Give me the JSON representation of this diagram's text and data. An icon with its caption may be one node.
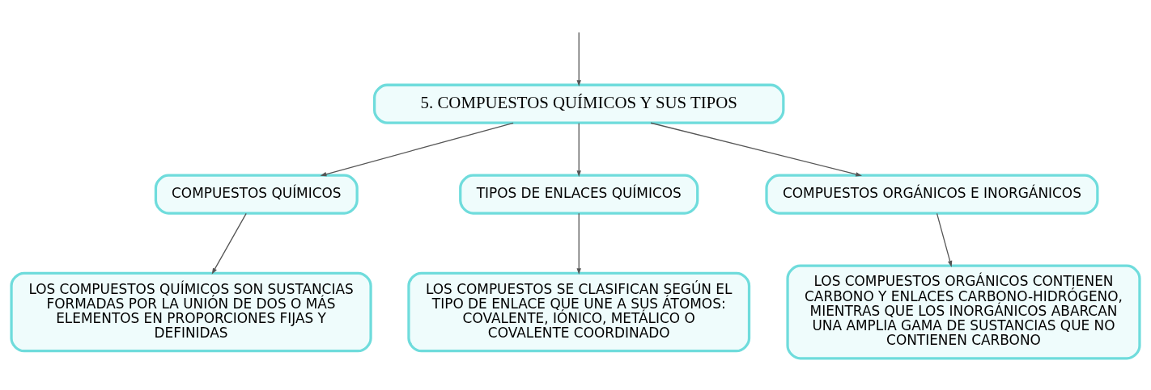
{
  "diagram": {
    "nodes": [
      {
        "text": [
          "5. COMPUESTOS QUÍMICOS Y SUS TIPOS"
        ]
      },
      {
        "text": [
          "COMPUESTOS QUÍMICOS"
        ]
      },
      {
        "text": [
          "TIPOS DE ENLACES QUÍMICOS"
        ]
      },
      {
        "text": [
          "COMPUESTOS ORGÁNICOS E INORGÁNICOS"
        ]
      },
      {
        "text": [
          "LOS COMPUESTOS QUÍMICOS SON SUSTANCIAS FORMADAS POR LA UNIÓN DE DOS O MÁS ELEMENTOS EN PROPORCIONES FIJAS Y DEFINIDAS"
        ]
      },
      {
        "text": [
          "LOS COMPUESTOS SE CLASIFICAN SEGÚN EL TIPO DE ENLACE QUE UNE A SUS ÁTOMOS: COVALENTE, IÓNICO, METÁLICO O COVALENTE COORDINADO"
        ]
      },
      {
        "text": [
          "LOS COMPUESTOS ORGÁNICOS CONTIENEN CARBONO Y ENLACES CARBONO-HIDRÓGENO, MIENTRAS QUE LOS INORGÁNICOS ABARCAN UNA AMPLIA GAMA DE SUSTANCIAS QUE NO CONTIENEN CARBONO"
        ]
      }
    ],
    "edges": [
      {
        "from": null,
        "to": 0,
        "arrow": "to"
      },
      {
        "from": 0,
        "to": 1,
        "arrow": "to"
      },
      {
        "from": 0,
        "to": 2,
        "arrow": "to"
      },
      {
        "from": 0,
        "to": 3,
        "arrow": "to"
      },
      {
        "from": 1,
        "to": 4,
        "arrow": "to"
      },
      {
        "from": 2,
        "to": 5,
        "arrow": "to"
      },
      {
        "from": 3,
        "to": 6,
        "arrow": "to"
      }
    ]
  }
}
